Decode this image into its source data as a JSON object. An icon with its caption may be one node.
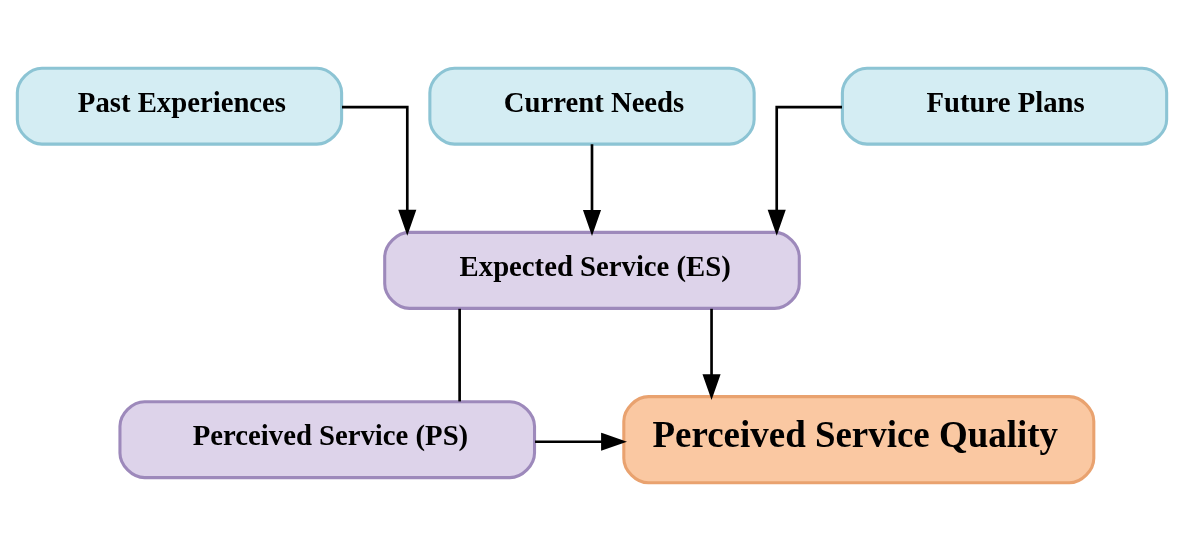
{
  "diagram": {
    "nodes": [
      {
        "text": [
          "Past Experiences"
        ]
      },
      {
        "text": [
          "Current Needs"
        ]
      },
      {
        "text": [
          "Future Plans"
        ]
      },
      {
        "text": [
          "Expected Service (ES)"
        ]
      },
      {
        "text": [
          "Perceived Service (PS)"
        ]
      },
      {
        "text": [
          "Perceived Service Quality"
        ]
      }
    ],
    "edges": [
      {
        "from": 0,
        "to": 3,
        "arrow": "to"
      },
      {
        "from": 1,
        "to": 3,
        "arrow": "to"
      },
      {
        "from": 2,
        "to": 3,
        "arrow": "to"
      },
      {
        "from": 3,
        "to": 4,
        "arrow": "none"
      },
      {
        "from": 3,
        "to": 5,
        "arrow": "to"
      },
      {
        "from": 4,
        "to": 5,
        "arrow": "to"
      }
    ]
  }
}
